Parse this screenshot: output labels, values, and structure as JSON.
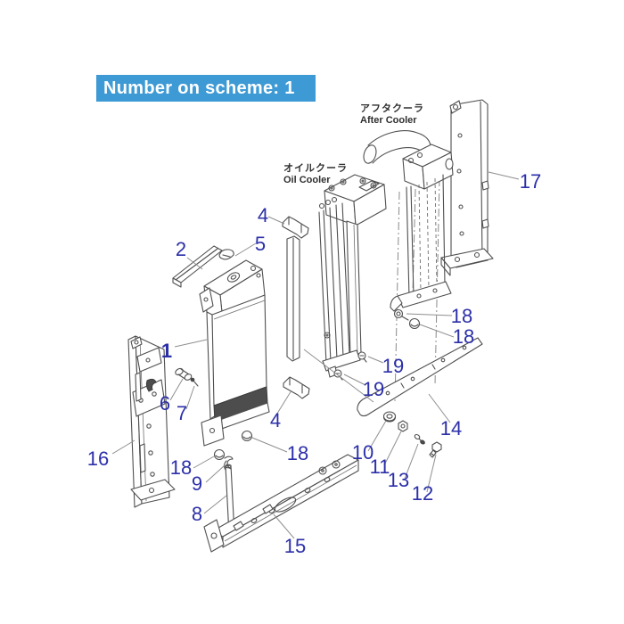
{
  "banner": {
    "label": "Number on scheme: 1",
    "bg": "#3E9AD5",
    "fg": "#FFFFFF"
  },
  "labels": {
    "oil_cooler_jp": "オイルクーラ",
    "oil_cooler_en": "Oil Cooler",
    "after_cooler_jp": "アフタクーラ",
    "after_cooler_en": "After Cooler"
  },
  "colors": {
    "callout_blue": "#2B2FA8",
    "line_gray": "#4F4F4F",
    "leader_gray": "#8F8F8F",
    "banner_blue": "#3E9AD5"
  },
  "callouts": [
    {
      "n": "1",
      "part": "radiator-assembly"
    },
    {
      "n": "2",
      "part": "top-bar"
    },
    {
      "n": "4",
      "part": "bracket-upper"
    },
    {
      "n": "5",
      "part": "clip-upper"
    },
    {
      "n": "4",
      "part": "bracket-lower"
    },
    {
      "n": "6",
      "part": "fitting"
    },
    {
      "n": "7",
      "part": "pin"
    },
    {
      "n": "16",
      "part": "side-bracket-left"
    },
    {
      "n": "18",
      "part": "grommet-left"
    },
    {
      "n": "9",
      "part": "rod-clip"
    },
    {
      "n": "8",
      "part": "rod"
    },
    {
      "n": "15",
      "part": "lower-rail"
    },
    {
      "n": "18",
      "part": "grommet-mid"
    },
    {
      "n": "10",
      "part": "washer"
    },
    {
      "n": "11",
      "part": "nut"
    },
    {
      "n": "13",
      "part": "stud"
    },
    {
      "n": "12",
      "part": "bolt"
    },
    {
      "n": "14",
      "part": "upper-rail"
    },
    {
      "n": "19",
      "part": "bolt-small-a"
    },
    {
      "n": "19",
      "part": "bolt-small-b"
    },
    {
      "n": "18",
      "part": "hook-right"
    },
    {
      "n": "18",
      "part": "grommet-right"
    },
    {
      "n": "17",
      "part": "side-bracket-right"
    }
  ]
}
